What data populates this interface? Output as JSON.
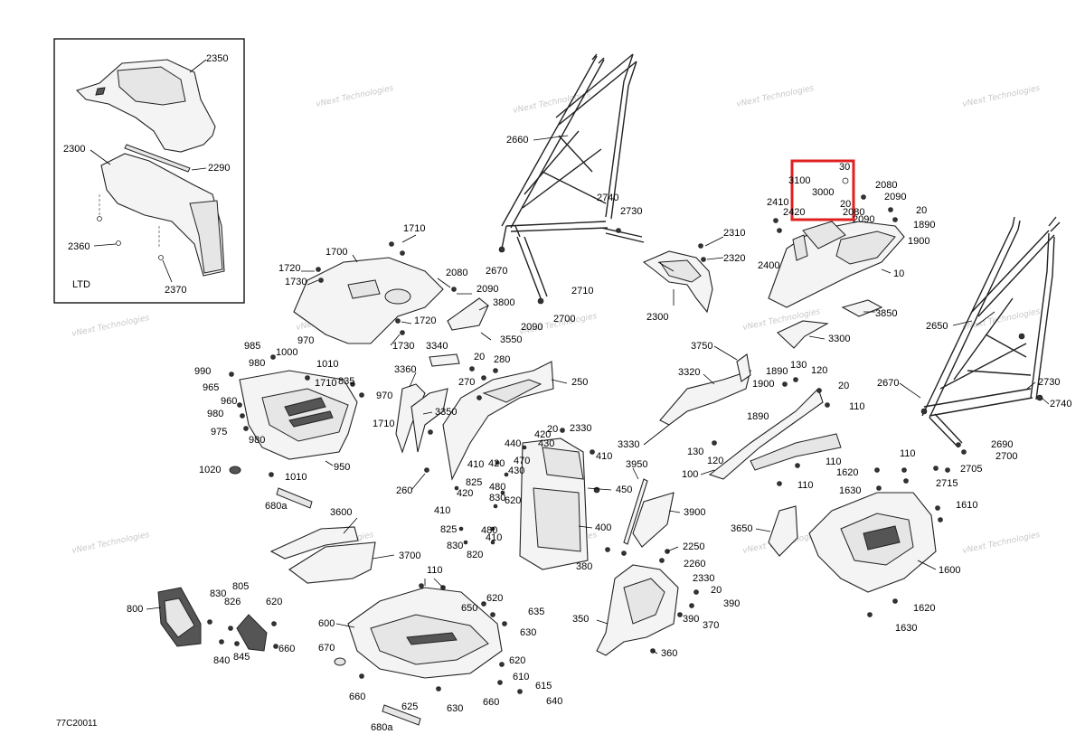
{
  "diagram_code": "77C20011",
  "inset": {
    "tag": "LTD"
  },
  "watermark": {
    "line1": "vNext Technologies",
    "line2": "Technologies"
  },
  "labels": {
    "l2350": "2350",
    "l2300a": "2300",
    "l2290": "2290",
    "l2360": "2360",
    "l2370": "2370",
    "l2660": "2660",
    "l2740": "2740",
    "l2730a": "2730",
    "l2670a": "2670",
    "l2710": "2710",
    "l2700a": "2700",
    "l2090a": "2090",
    "l2310": "2310",
    "l2320": "2320",
    "l2300b": "2300",
    "l3100": "3100",
    "l30": "30",
    "l3000": "3000",
    "l2410": "2410",
    "l2420": "2420",
    "l20a": "20",
    "l2080a": "2080",
    "l2090b": "2090",
    "l20b": "20",
    "l2080b": "2080",
    "l2090c": "2090",
    "l1890a": "1890",
    "l1900a": "1900",
    "l2400": "2400",
    "l10": "10",
    "l3850": "3850",
    "l1710a": "1710",
    "l1700": "1700",
    "l1720a": "1720",
    "l1730a": "1730",
    "l2080c": "2080",
    "l2090d": "2090",
    "l3800": "3800",
    "l1720b": "1720",
    "l1730b": "1730",
    "l3550": "3550",
    "l985": "985",
    "l1000": "1000",
    "l970a": "970",
    "l980a": "980",
    "l1010a": "1010",
    "l990": "990",
    "l965": "965",
    "l960": "960",
    "l980b": "980",
    "l975": "975",
    "l980c": "980",
    "l1710b": "1710",
    "l835": "835",
    "l970b": "970",
    "l950": "950",
    "l1020": "1020",
    "l1010b": "1010",
    "l680a": "680a",
    "l3340": "3340",
    "l3360": "3360",
    "l20c": "20",
    "l280": "280",
    "l270": "270",
    "l250": "250",
    "l3350": "3350",
    "l260": "260",
    "l2330a": "2330",
    "l20d": "20",
    "l420a": "420",
    "l440": "440",
    "l430a": "430",
    "l410a": "410",
    "l470": "470",
    "l420b": "420",
    "l410b": "410",
    "l430b": "430",
    "l825a": "825",
    "l480a": "480",
    "l420c": "420",
    "l830a": "830",
    "l620a": "620",
    "l410c": "410",
    "l450": "450",
    "l825b": "825",
    "l480b": "480",
    "l830b": "830",
    "l410d": "410",
    "l820": "820",
    "l400": "400",
    "l3600": "3600",
    "l3700": "3700",
    "l3950": "3950",
    "l3900": "3900",
    "l3750": "3750",
    "l3300": "3300",
    "l3320": "3320",
    "l1890b": "1890",
    "l130a": "130",
    "l120a": "120",
    "l1900b": "1900",
    "l20e": "20",
    "l110a": "110",
    "l1890c": "1890",
    "l3330": "3330",
    "l130b": "130",
    "l120b": "120",
    "l100": "100",
    "l110b": "110",
    "l110c": "110",
    "l2650": "2650",
    "l2670b": "2670",
    "l2730b": "2730",
    "l2740b": "2740",
    "l2690": "2690",
    "l2700b": "2700",
    "l2705": "2705",
    "l2715": "2715",
    "l110d": "110",
    "l1620a": "1620",
    "l1630a": "1630",
    "l1610": "1610",
    "l3650": "3650",
    "l1600": "1600",
    "l1620b": "1620",
    "l1630b": "1630",
    "l2250": "2250",
    "l380": "380",
    "l2260": "2260",
    "l2330b": "2330",
    "l20f": "20",
    "l390a": "390",
    "l390b": "390",
    "l370": "370",
    "l350": "350",
    "l360": "360",
    "l800": "800",
    "l830c": "830",
    "l805": "805",
    "l826": "826",
    "l840": "840",
    "l845": "845",
    "l620b": "620",
    "l660a": "660",
    "l110e": "110",
    "l600": "600",
    "l650": "650",
    "l620c": "620",
    "l635": "635",
    "l630a": "630",
    "l670": "670",
    "l620d": "620",
    "l610": "610",
    "l615": "615",
    "l640": "640",
    "l660b": "660",
    "l660c": "660",
    "l625": "625",
    "l630b": "630",
    "l680b": "680a"
  }
}
